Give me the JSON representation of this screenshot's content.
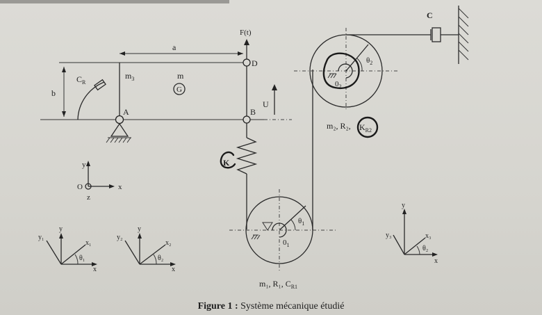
{
  "figure": {
    "caption_bold": "Figure 1 :",
    "caption_text": " Système mécanique étudié"
  },
  "labels": {
    "force": "F(t)",
    "length_a": "a",
    "length_b": "b",
    "point_d": "D",
    "point_a": "A",
    "point_b": "B",
    "point_c": "C",
    "mass_m3": "m",
    "mass_m3_sub": "3",
    "mass_m": "m",
    "center_g": "G",
    "torsion_cr": "C",
    "torsion_cr_sub": "R",
    "velocity_u": "U",
    "spring_k": "K",
    "pulley2_center": "0",
    "pulley2_center_sub": "2",
    "pulley2_angle": "θ",
    "pulley2_angle_sub": "2",
    "pulley2_params": "m₂, R₂,",
    "pulley2_kr": "K",
    "pulley2_kr_sub": "R2",
    "pulley1_center": "0",
    "pulley1_center_sub": "1",
    "pulley1_angle": "θ",
    "pulley1_angle_sub": "1",
    "pulley1_params": "m₁, R₁, C",
    "pulley1_params_sub": "R1",
    "axes_origin_y": "y",
    "axes_origin_x": "x",
    "axes_origin_z": "z",
    "axes_origin_o": "O",
    "frame1_y1": "y₁",
    "frame1_y": "y",
    "frame1_x1": "x₁",
    "frame1_x": "x",
    "frame1_theta": "θ₁",
    "frame2_y2": "y₂",
    "frame2_y": "y",
    "frame2_x2": "x₂",
    "frame2_x": "x",
    "frame2_theta": "θ₂",
    "frame3_y3": "y₃",
    "frame3_y": "y",
    "frame3_x3": "x₃",
    "frame3_x": "x",
    "frame3_theta": "θ₂"
  }
}
